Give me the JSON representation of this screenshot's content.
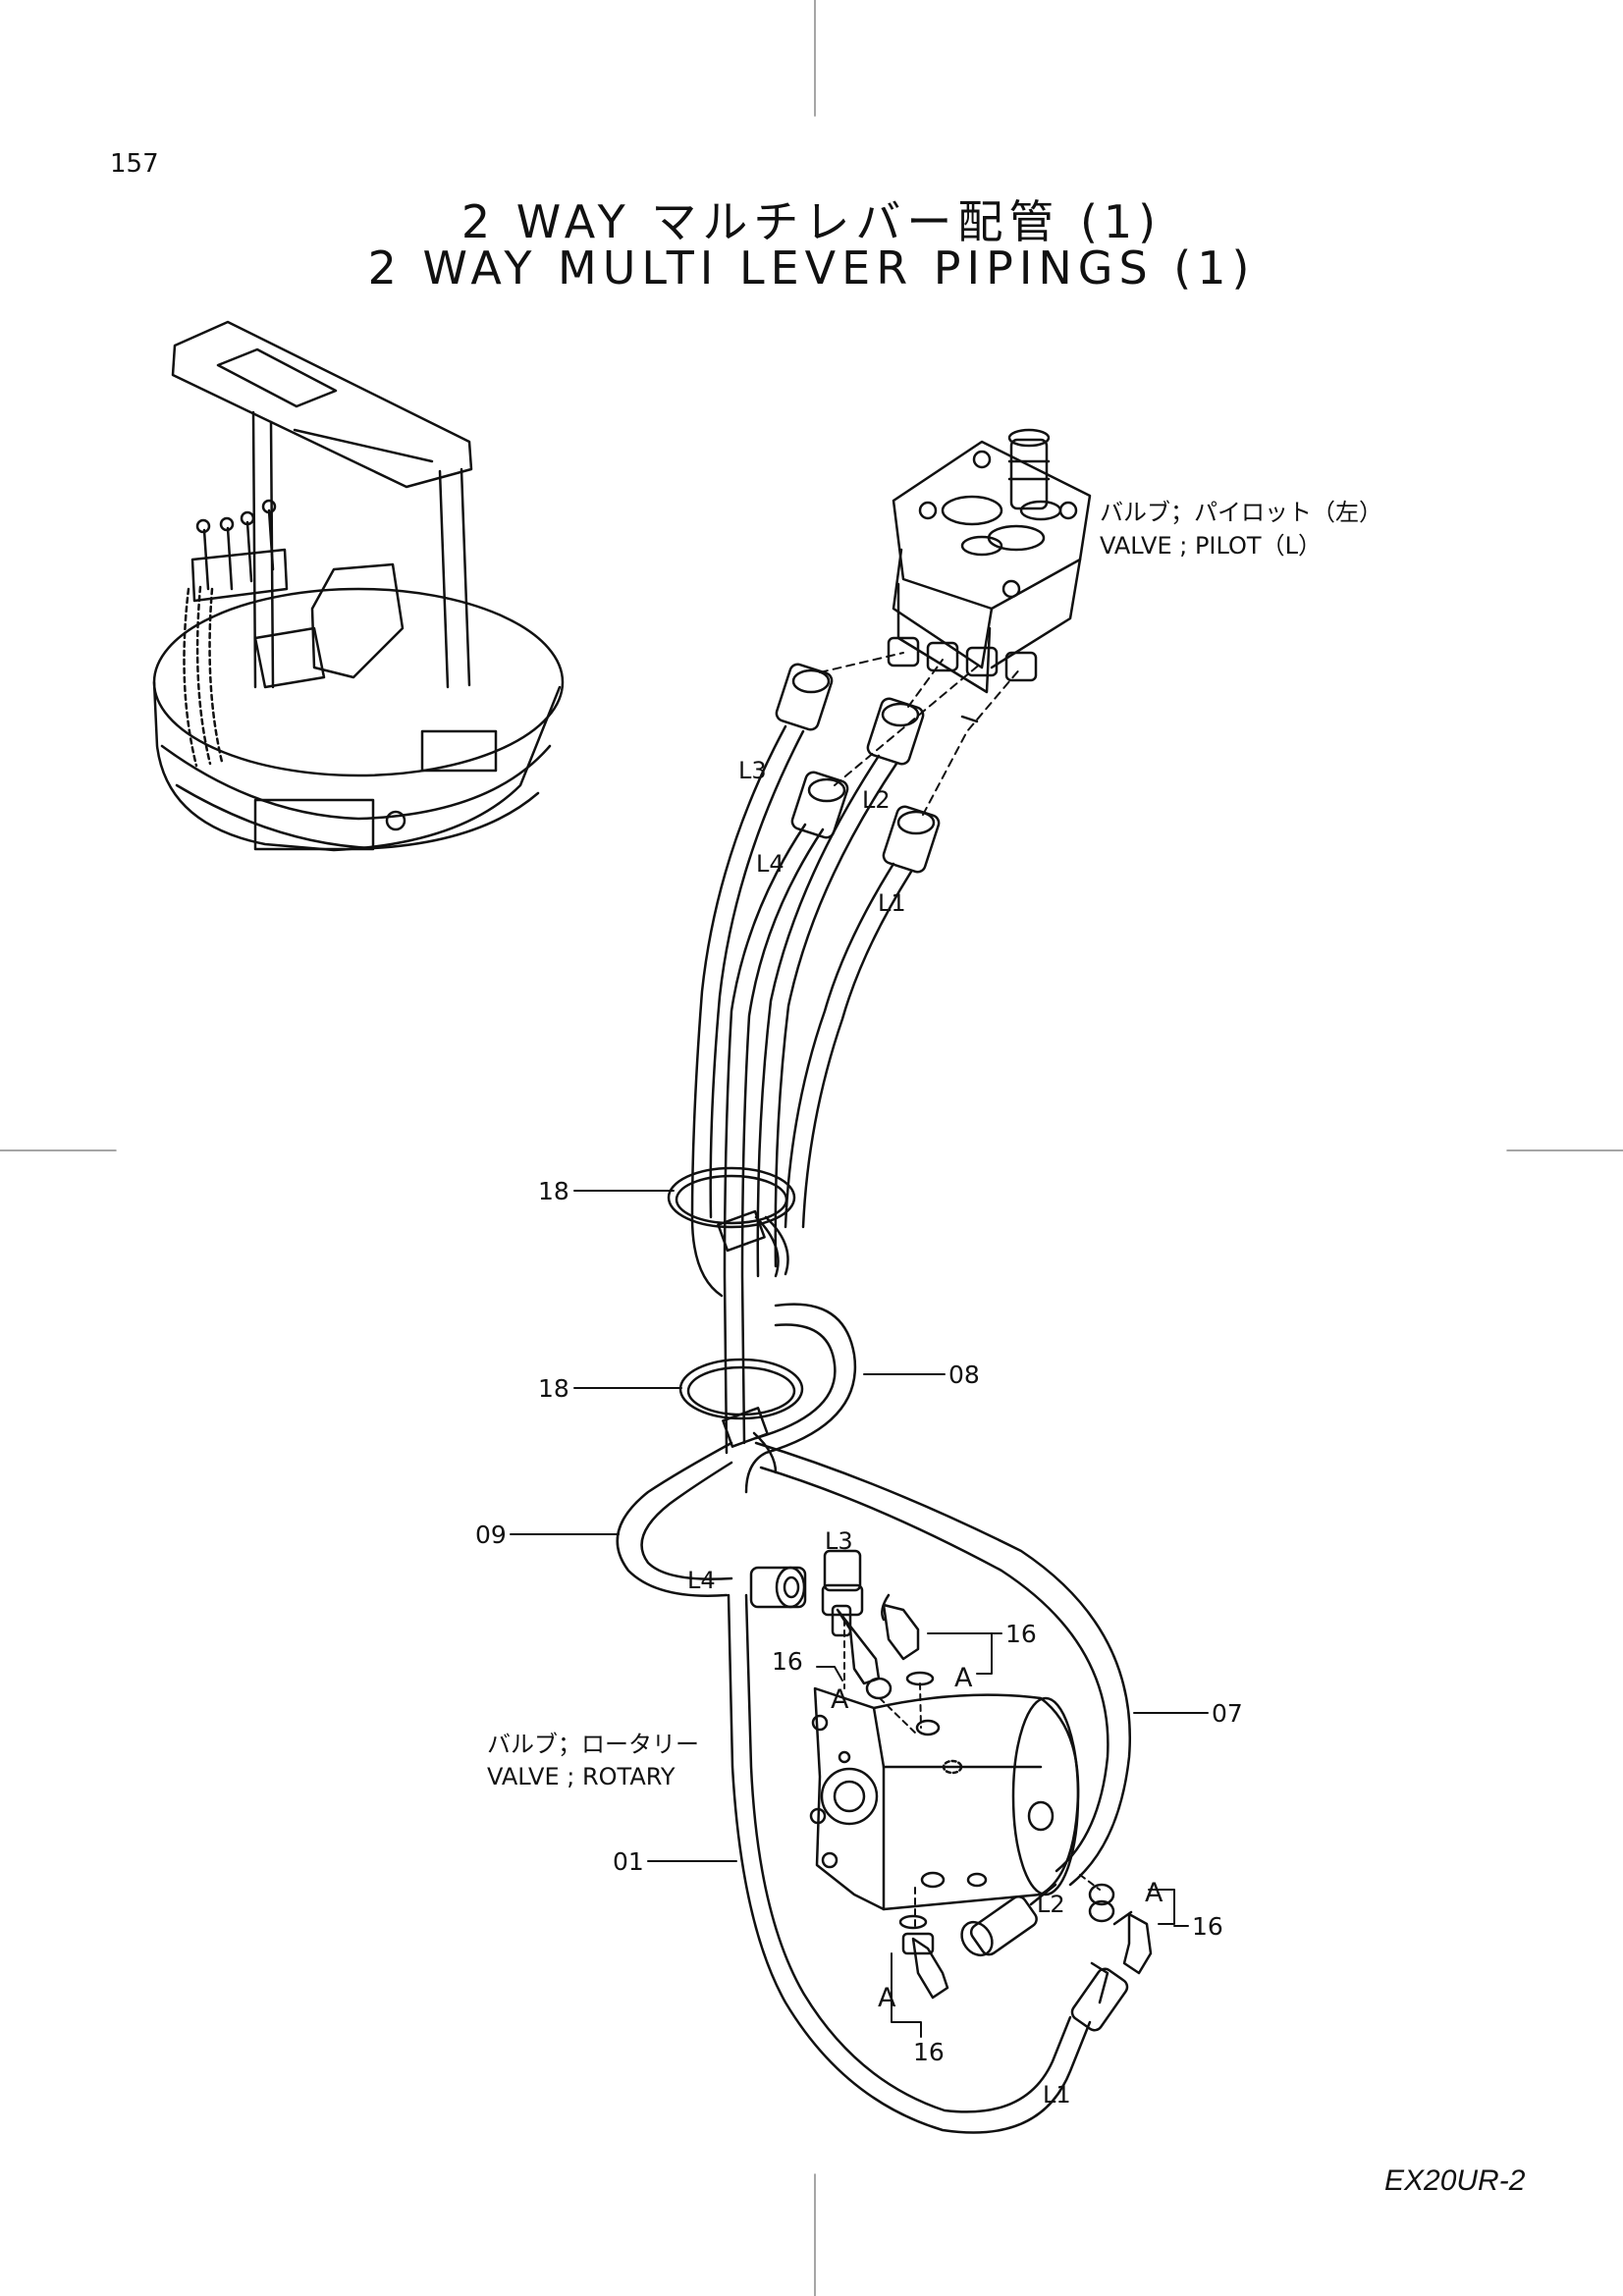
{
  "page": {
    "number": "157",
    "model_code": "EX20UR-2"
  },
  "title": {
    "japanese": "2 WAY マルチレバー配管 (1)",
    "english": "2 WAY MULTI LEVER PIPINGS (1)"
  },
  "components": {
    "pilot_valve": {
      "name_jp": "バルブ；パイロット（左）",
      "name_en": "VALVE ; PILOT（L）"
    },
    "rotary_valve": {
      "name_jp": "バルブ；ロータリー",
      "name_en": "VALVE ; ROTARY"
    }
  },
  "part_numbers": {
    "p18a": "18",
    "p18b": "18",
    "p08": "08",
    "p09": "09",
    "p07": "07",
    "p01": "01",
    "p16a": "16",
    "p16b": "16",
    "p16c": "16",
    "p16d": "16"
  },
  "port_labels": {
    "l3_top": "L3",
    "l2_top": "L2",
    "l4_top": "L4",
    "l1_top": "L1",
    "l3_low": "L3",
    "l4_low": "L4",
    "l2_low": "L2",
    "l1_low": "L1"
  },
  "detail_labels": {
    "a1": "A",
    "a2": "A",
    "a3": "A",
    "a4": "A"
  }
}
